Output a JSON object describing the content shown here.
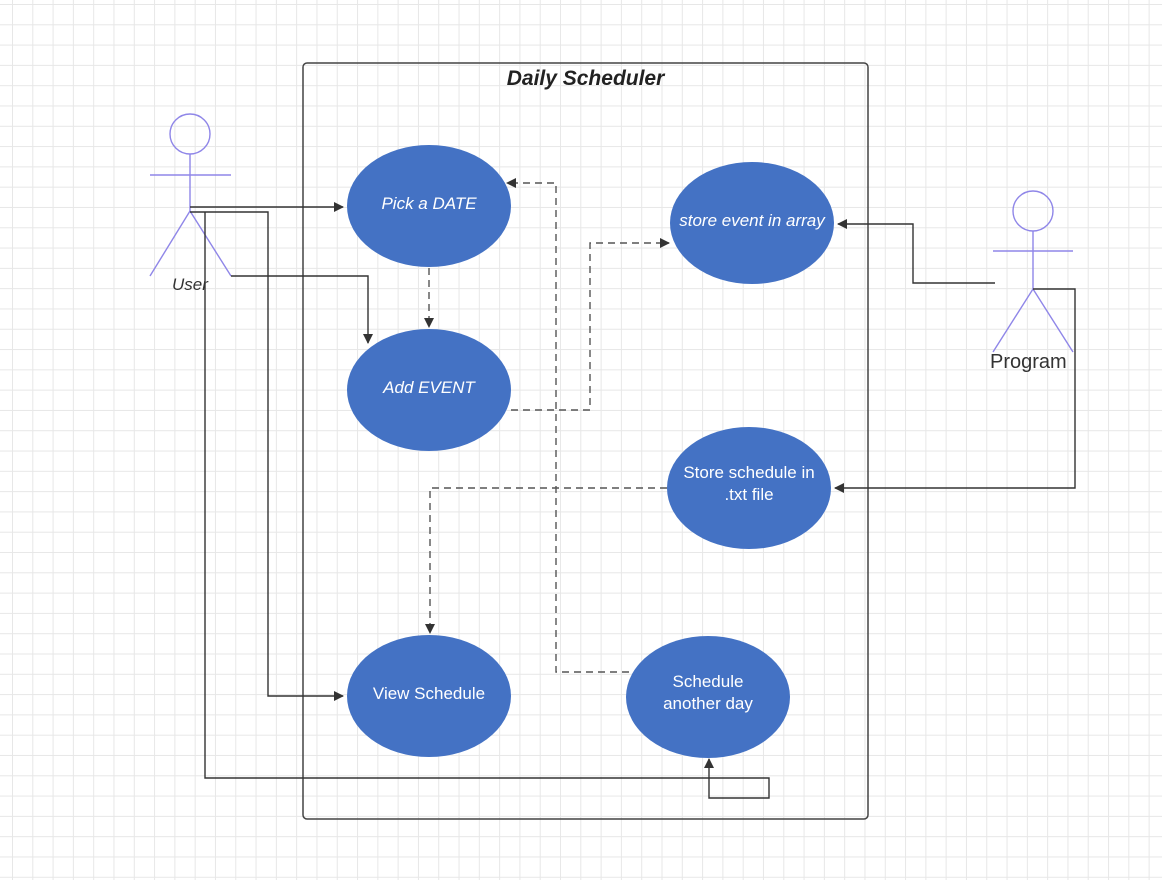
{
  "diagram": {
    "title": "Daily Scheduler",
    "actors": {
      "user": "User",
      "program": "Program"
    },
    "use_cases": {
      "pick_date": "Pick a DATE",
      "add_event": "Add EVENT",
      "store_event": "store event in array",
      "store_schedule": "Store schedule in .txt file",
      "view_schedule": "View Schedule",
      "schedule_another": "Schedule another day"
    },
    "colors": {
      "use_case_fill": "#4472c4",
      "actor_stroke": "#8f86e8",
      "connector": "#333333"
    }
  }
}
